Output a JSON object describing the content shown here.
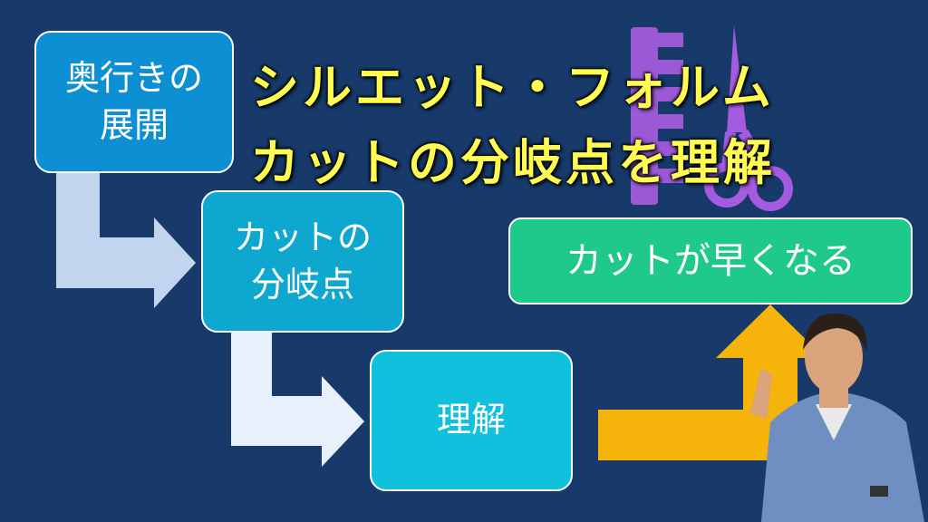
{
  "boxes": {
    "box1": "奥行きの\n展開",
    "box2": "カットの\n分岐点",
    "box3": "理解",
    "box4": "カットが早くなる"
  },
  "title": {
    "line1": "シルエット・フォルム",
    "line2": "カットの分岐点を理解"
  },
  "colors": {
    "background": "#173a6b",
    "title": "#fffb52",
    "arrow_light": "#c2d5ee",
    "arrow_gold": "#f6b40a"
  }
}
